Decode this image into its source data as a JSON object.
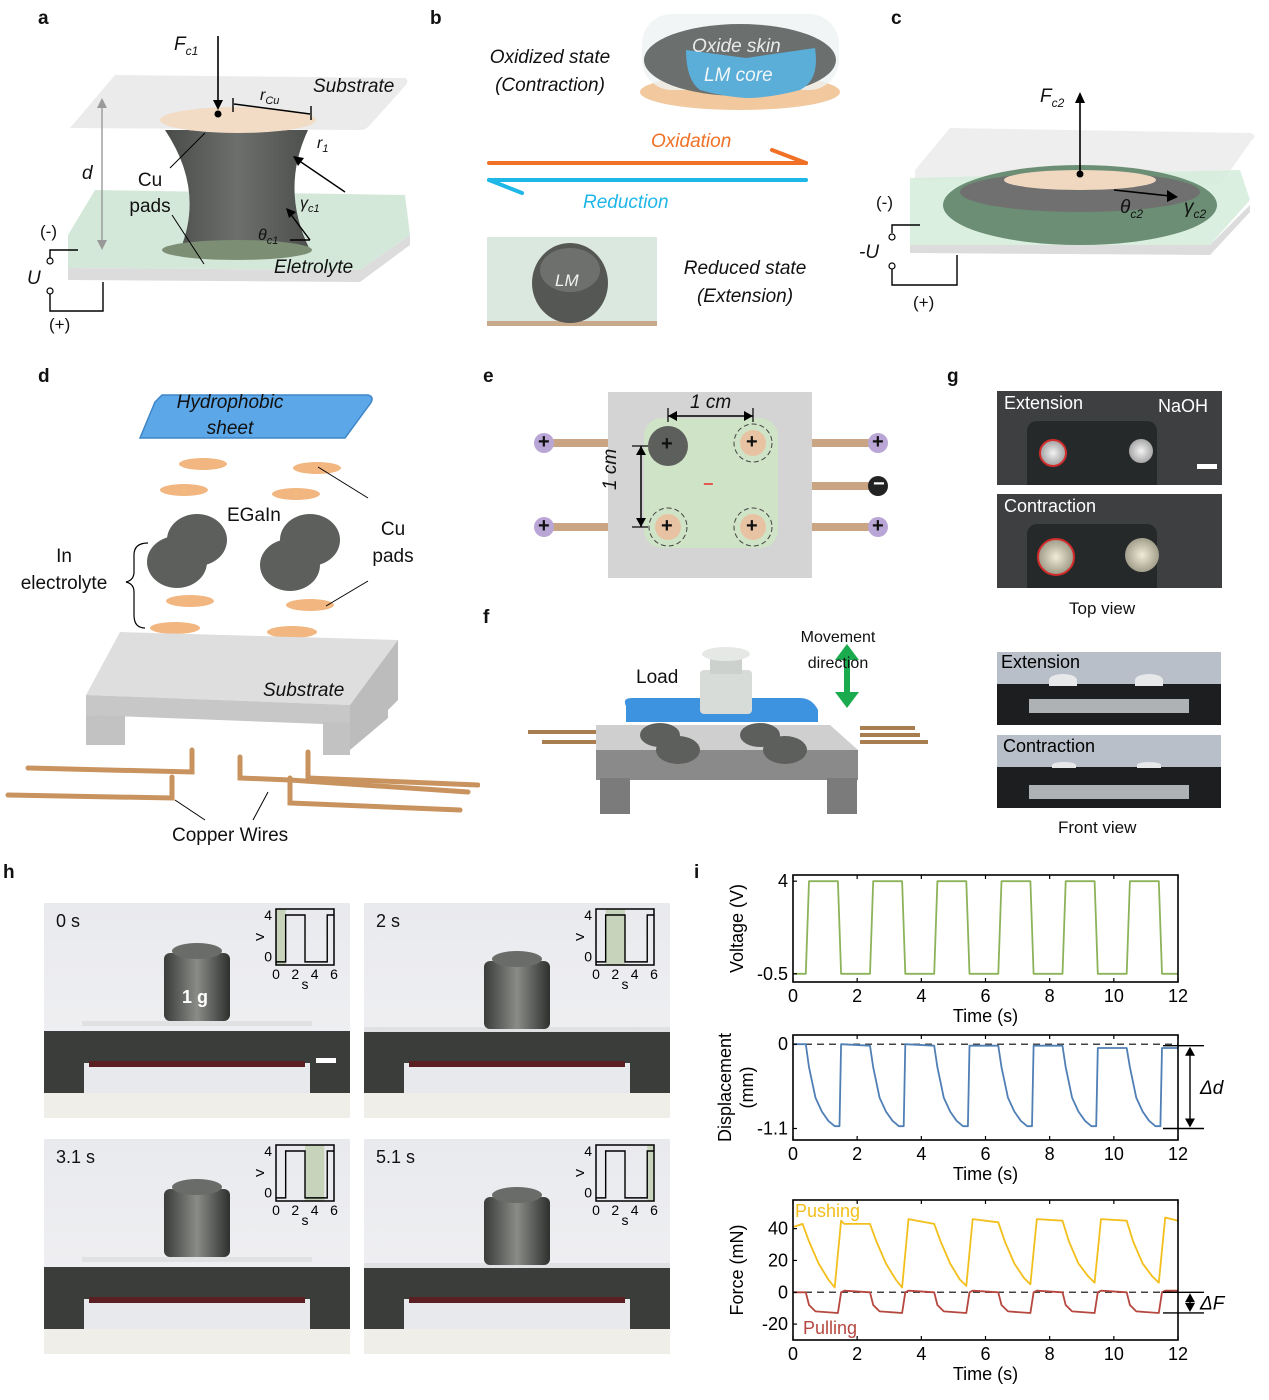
{
  "panels": {
    "a": {
      "label": "a",
      "force": "F",
      "force_sub": "c1",
      "substrate": "Substrate",
      "r_cu": "r",
      "r_cu_sub": "Cu",
      "r1": "r",
      "r1_sub": "1",
      "d": "d",
      "cu_pads_line1": "Cu",
      "cu_pads_line2": "pads",
      "gamma": "γ",
      "gamma_sub": "c1",
      "theta": "θ",
      "theta_sub": "c1",
      "electrolyte": "Eletrolyte",
      "minus": "(-)",
      "voltage": "U",
      "plus": "(+)",
      "colors": {
        "pad": "#f1d5b8",
        "lm": "#5d5f5c",
        "electrolyte": "#c9e6d3",
        "substrate": "#ececec"
      }
    },
    "b": {
      "label": "b",
      "oxidized_line1": "Oxidized state",
      "oxidized_line2": "(Contraction)",
      "oxide_skin": "Oxide skin",
      "lm_core": "LM core",
      "oxidation": "Oxidation",
      "reduction": "Reduction",
      "lm": "LM",
      "reduced_line1": "Reduced state",
      "reduced_line2": "(Extension)",
      "colors": {
        "oxidation": "#f07026",
        "reduction": "#1fb7e8",
        "core": "#5aaed8"
      }
    },
    "c": {
      "label": "c",
      "force": "F",
      "force_sub": "c2",
      "theta": "θ",
      "theta_sub": "c2",
      "gamma": "γ",
      "gamma_sub": "c2",
      "minus": "(-)",
      "voltage": "-U",
      "plus": "(+)"
    },
    "d": {
      "label": "d",
      "sheet_line1": "Hydrophobic",
      "sheet_line2": "sheet",
      "egain": "EGaIn",
      "in_electrolyte_line1": "In",
      "in_electrolyte_line2": "electrolyte",
      "cu_pads_line1": "Cu",
      "cu_pads_line2": "pads",
      "substrate": "Substrate",
      "copper_wires": "Copper Wires",
      "colors": {
        "sheet": "#5ba7e8",
        "pad": "#f2b680",
        "wire": "#c9935f"
      }
    },
    "e": {
      "label": "e",
      "dim_h": "1 cm",
      "dim_v": "1 cm",
      "plus": "+",
      "minus": "−",
      "terminals_left": [
        "+",
        "+"
      ],
      "terminals_right": [
        "+",
        "−",
        "+"
      ],
      "colors": {
        "terminal_plus": "#b9a6d6",
        "terminal_minus": "#222222",
        "chamber": "#cfe3c7"
      }
    },
    "f": {
      "label": "f",
      "load": "Load",
      "movement_line1": "Movement",
      "movement_line2": "direction",
      "colors": {
        "arrow": "#1bab4f",
        "sheet": "#3d93e0"
      }
    },
    "g": {
      "label": "g",
      "top_extension": "Extension",
      "naoh": "NaOH",
      "top_contraction": "Contraction",
      "top_caption": "Top view",
      "front_extension": "Extension",
      "front_contraction": "Contraction",
      "front_caption": "Front view"
    },
    "h": {
      "label": "h",
      "frames": [
        {
          "time": "0 s",
          "weight_label": "1 g",
          "highlight": [
            0,
            1
          ]
        },
        {
          "time": "2 s",
          "weight_label": "",
          "highlight": [
            1,
            3
          ]
        },
        {
          "time": "3.1 s",
          "weight_label": "",
          "highlight": [
            3,
            5
          ]
        },
        {
          "time": "5.1 s",
          "weight_label": "",
          "highlight": [
            5.3,
            6
          ]
        }
      ],
      "inset": {
        "ylabel": "V",
        "xlabel": "s",
        "yticks": [
          "4",
          "0"
        ],
        "xticks": [
          "0",
          "2",
          "4",
          "6"
        ]
      }
    },
    "i": {
      "label": "i"
    }
  },
  "chart_data": [
    {
      "type": "line",
      "title": "",
      "xlabel": "Time (s)",
      "ylabel": "Voltage (V)",
      "xlim": [
        0,
        12
      ],
      "ylim": [
        -0.9,
        4.3
      ],
      "xticks": [
        0,
        2,
        4,
        6,
        8,
        10,
        12
      ],
      "yticks": [
        -0.5,
        4
      ],
      "ytick_labels": [
        "-0.5",
        "4"
      ],
      "series": [
        {
          "name": "Voltage",
          "color": "#8db35a",
          "x": [
            0,
            0.4,
            0.5,
            1.4,
            1.5,
            2.4,
            2.5,
            3.4,
            3.5,
            4.4,
            4.5,
            5.4,
            5.5,
            6.4,
            6.5,
            7.4,
            7.5,
            8.4,
            8.5,
            9.4,
            9.5,
            10.4,
            10.5,
            11.4,
            11.5,
            12
          ],
          "y": [
            -0.5,
            -0.5,
            4,
            4,
            -0.5,
            -0.5,
            4,
            4,
            -0.5,
            -0.5,
            4,
            4,
            -0.5,
            -0.5,
            4,
            4,
            -0.5,
            -0.5,
            4,
            4,
            -0.5,
            -0.5,
            4,
            4,
            -0.5,
            -0.5
          ]
        }
      ]
    },
    {
      "type": "line",
      "title": "",
      "xlabel": "Time (s)",
      "ylabel": "Displacement (mm)",
      "xlim": [
        0,
        12
      ],
      "ylim": [
        -1.25,
        0.12
      ],
      "xticks": [
        0,
        2,
        4,
        6,
        8,
        10,
        12
      ],
      "yticks": [
        -1.1,
        0
      ],
      "ytick_labels": [
        "-1.1",
        "0"
      ],
      "reference_line": 0,
      "annotation": "Δd",
      "series": [
        {
          "name": "Displacement",
          "color": "#4f7fb4",
          "x": [
            0,
            0.4,
            0.5,
            0.7,
            0.9,
            1.1,
            1.3,
            1.45,
            1.5,
            2.4,
            2.5,
            2.7,
            2.9,
            3.1,
            3.3,
            3.45,
            3.5,
            4.4,
            4.5,
            4.7,
            4.9,
            5.1,
            5.3,
            5.45,
            5.5,
            6.4,
            6.5,
            6.7,
            6.9,
            7.1,
            7.3,
            7.45,
            7.5,
            8.4,
            8.5,
            8.7,
            8.9,
            9.1,
            9.3,
            9.45,
            9.5,
            10.4,
            10.5,
            10.7,
            10.9,
            11.1,
            11.3,
            11.45,
            11.5,
            12
          ],
          "y": [
            0,
            0,
            -0.3,
            -0.7,
            -0.88,
            -1.0,
            -1.07,
            -1.07,
            0,
            -0.02,
            -0.3,
            -0.7,
            -0.88,
            -1.0,
            -1.07,
            -1.07,
            0,
            -0.02,
            -0.3,
            -0.7,
            -0.88,
            -1.0,
            -1.07,
            -1.07,
            -0.02,
            -0.02,
            -0.3,
            -0.7,
            -0.88,
            -1.0,
            -1.07,
            -1.07,
            -0.02,
            -0.02,
            -0.3,
            -0.7,
            -0.88,
            -1.0,
            -1.07,
            -1.07,
            -0.05,
            -0.05,
            -0.3,
            -0.7,
            -0.88,
            -1.0,
            -1.07,
            -1.07,
            -0.05,
            -0.05
          ]
        }
      ]
    },
    {
      "type": "line",
      "title": "",
      "xlabel": "Time (s)",
      "ylabel": "Force (mN)",
      "xlim": [
        0,
        12
      ],
      "ylim": [
        -30,
        58
      ],
      "xticks": [
        0,
        2,
        4,
        6,
        8,
        10,
        12
      ],
      "yticks": [
        -20,
        0,
        20,
        40
      ],
      "ytick_labels": [
        "-20",
        "0",
        "20",
        "40"
      ],
      "reference_line": 0,
      "annotation": "ΔF",
      "series": [
        {
          "name": "Pushing",
          "color": "#f2bf1c",
          "x": [
            0,
            0.3,
            0.5,
            0.8,
            1.1,
            1.3,
            1.5,
            1.6,
            2.4,
            2.6,
            2.9,
            3.2,
            3.4,
            3.6,
            4.4,
            4.6,
            4.9,
            5.2,
            5.4,
            5.6,
            6.4,
            6.6,
            6.9,
            7.2,
            7.4,
            7.6,
            8.4,
            8.6,
            8.9,
            9.2,
            9.4,
            9.6,
            10.4,
            10.6,
            10.9,
            11.2,
            11.4,
            11.6,
            12
          ],
          "y": [
            41,
            43,
            32,
            18,
            8,
            3,
            45,
            43,
            43,
            32,
            18,
            8,
            3,
            46,
            43,
            32,
            18,
            8,
            4,
            46,
            44,
            32,
            18,
            9,
            5,
            46,
            45,
            32,
            18,
            10,
            6,
            46,
            45,
            32,
            18,
            10,
            6,
            47,
            45
          ]
        },
        {
          "name": "Pulling",
          "color": "#b5473f",
          "x": [
            0,
            0.4,
            0.5,
            0.7,
            1.4,
            1.5,
            1.6,
            2.4,
            2.5,
            2.7,
            3.4,
            3.5,
            3.6,
            4.4,
            4.5,
            4.7,
            5.4,
            5.5,
            5.6,
            6.4,
            6.5,
            6.7,
            7.4,
            7.5,
            7.6,
            8.4,
            8.5,
            8.7,
            9.4,
            9.5,
            9.6,
            10.4,
            10.5,
            10.7,
            11.4,
            11.5,
            11.6,
            12
          ],
          "y": [
            0,
            0,
            -8,
            -12,
            -13,
            0,
            1,
            0,
            -8,
            -12,
            -13,
            0,
            1,
            0,
            -8,
            -12,
            -13,
            0,
            1,
            0,
            -8,
            -12,
            -13,
            0,
            1,
            0,
            -8,
            -12,
            -13,
            0,
            1,
            0,
            -8,
            -12,
            -13,
            0,
            1,
            1
          ]
        }
      ],
      "legend": [
        "Pushing",
        "Pulling"
      ],
      "legend_placement": "inline"
    }
  ]
}
